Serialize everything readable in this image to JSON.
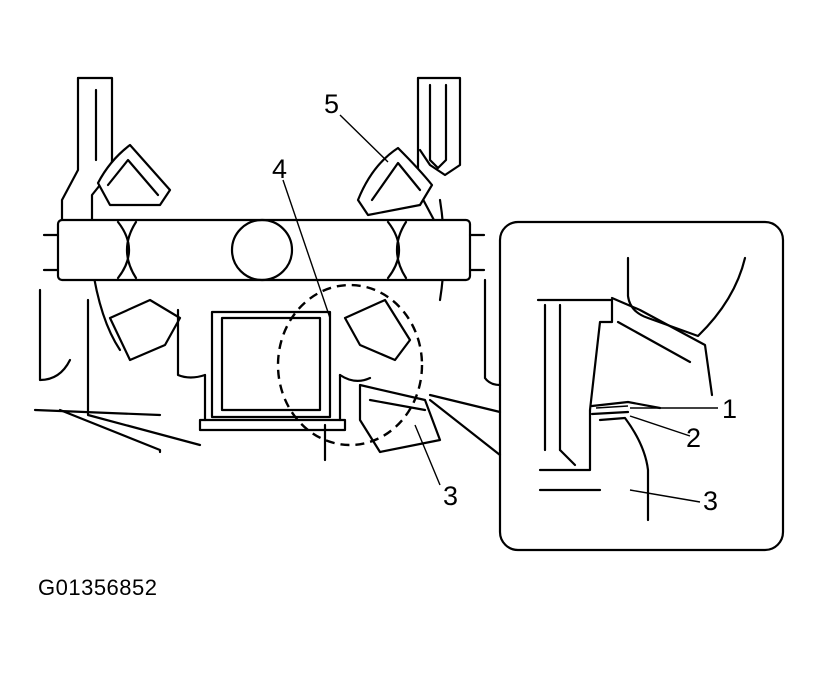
{
  "figure": {
    "code": "G01356852",
    "callouts": {
      "main_5": "5",
      "main_4": "4",
      "main_3": "3",
      "inset_1": "1",
      "inset_2": "2",
      "inset_3": "3"
    }
  }
}
